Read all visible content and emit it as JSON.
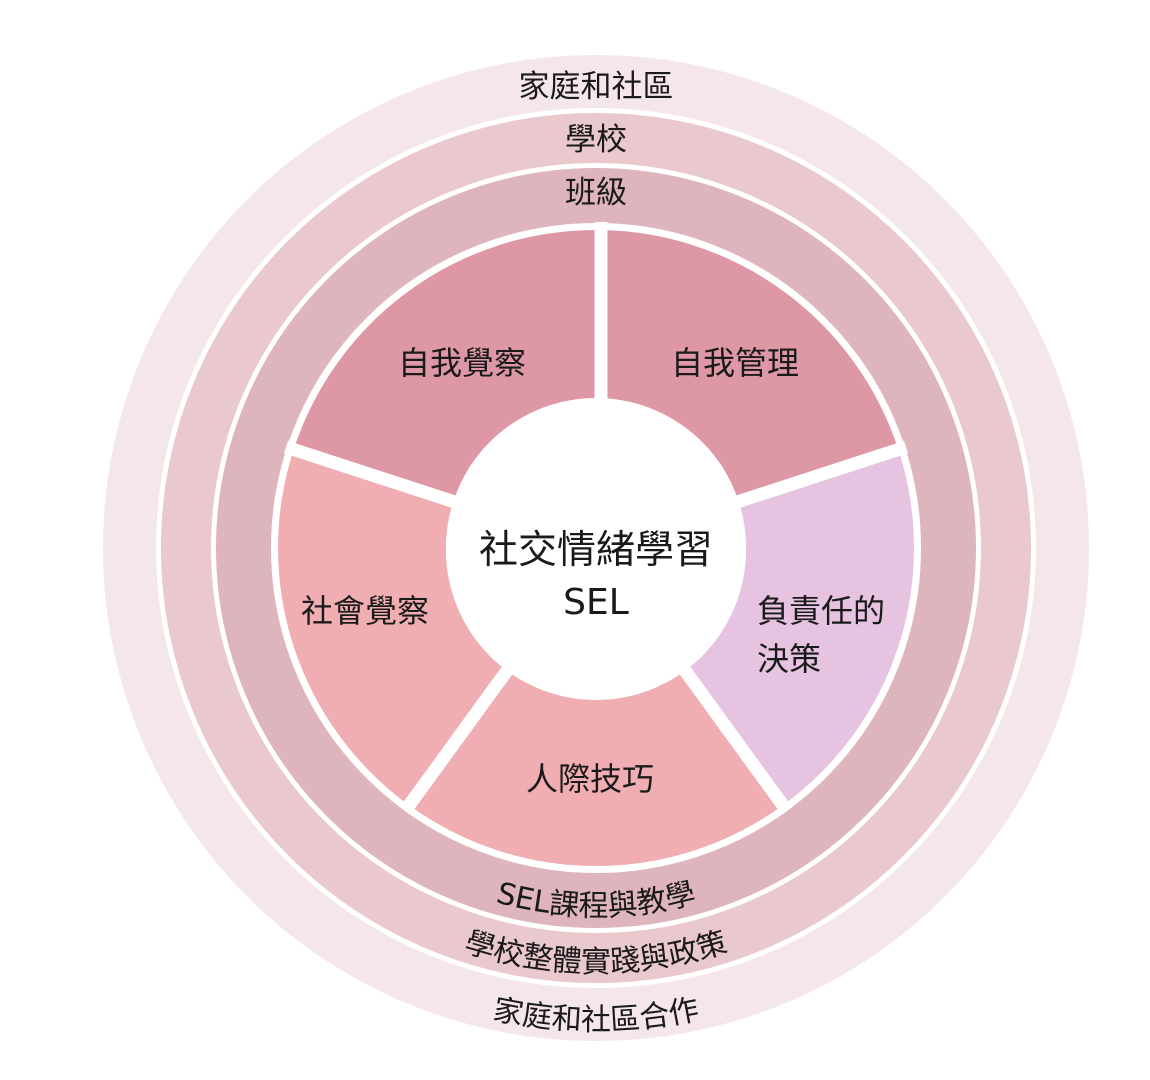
{
  "diagram": {
    "title": "社交情緒學習",
    "subtitle": "SEL",
    "colors": {
      "outer_ring": "#F5E6EA",
      "middle_ring": "#E9C8CE",
      "inner_ring": "#DEB5BD",
      "slice_self": "#DE97A5",
      "slice_social": "#F0AEB3",
      "slice_decision": "#E6C3E0",
      "center": "#FFFFFF",
      "text": "#1A1A1A"
    },
    "rings": {
      "outer": {
        "top_label": "家庭和社區",
        "bottom_label": "家庭和社區合作"
      },
      "middle": {
        "top_label": "學校",
        "bottom_label": "學校整體實踐與政策"
      },
      "inner": {
        "top_label": "班級",
        "bottom_label": "SEL課程與教學"
      }
    },
    "slices": [
      {
        "label": "自我覺察"
      },
      {
        "label": "自我管理"
      },
      {
        "label_line1": "負責任的",
        "label_line2": "決策"
      },
      {
        "label": "人際技巧"
      },
      {
        "label": "社會覺察"
      }
    ]
  }
}
